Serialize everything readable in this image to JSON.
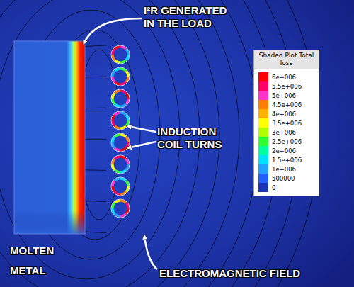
{
  "diagram": {
    "nodes": [
      {
        "text": [
          "Shaded Plot Total loss"
        ]
      }
    ],
    "labels": [
      "I²R GENERATED IN THE LOAD",
      "INDUCTION COIL TURNS",
      "MOLTEN METAL",
      "ELECTROMAGNETIC FIELD"
    ],
    "legend": [
      {
        "text": "6e+006",
        "color": "#ff0000"
      },
      {
        "text": "5.5e+006",
        "color": "#ff0066"
      },
      {
        "text": "5e+006",
        "color": "#ff33cc"
      },
      {
        "text": "4.5e+006",
        "color": "#ff8000"
      },
      {
        "text": "4e+006",
        "color": "#ffb000"
      },
      {
        "text": "3.5e+006",
        "color": "#ffff00"
      },
      {
        "text": "3e+006",
        "color": "#b0ff00"
      },
      {
        "text": "2.5e+006",
        "color": "#30ff30"
      },
      {
        "text": "2e+006",
        "color": "#00ffa0"
      },
      {
        "text": "1.5e+006",
        "color": "#00e0ff"
      },
      {
        "text": "1e+006",
        "color": "#20a0ff"
      },
      {
        "text": "500000",
        "color": "#2060ff"
      },
      {
        "text": "0",
        "color": "#1a33b8"
      }
    ]
  }
}
